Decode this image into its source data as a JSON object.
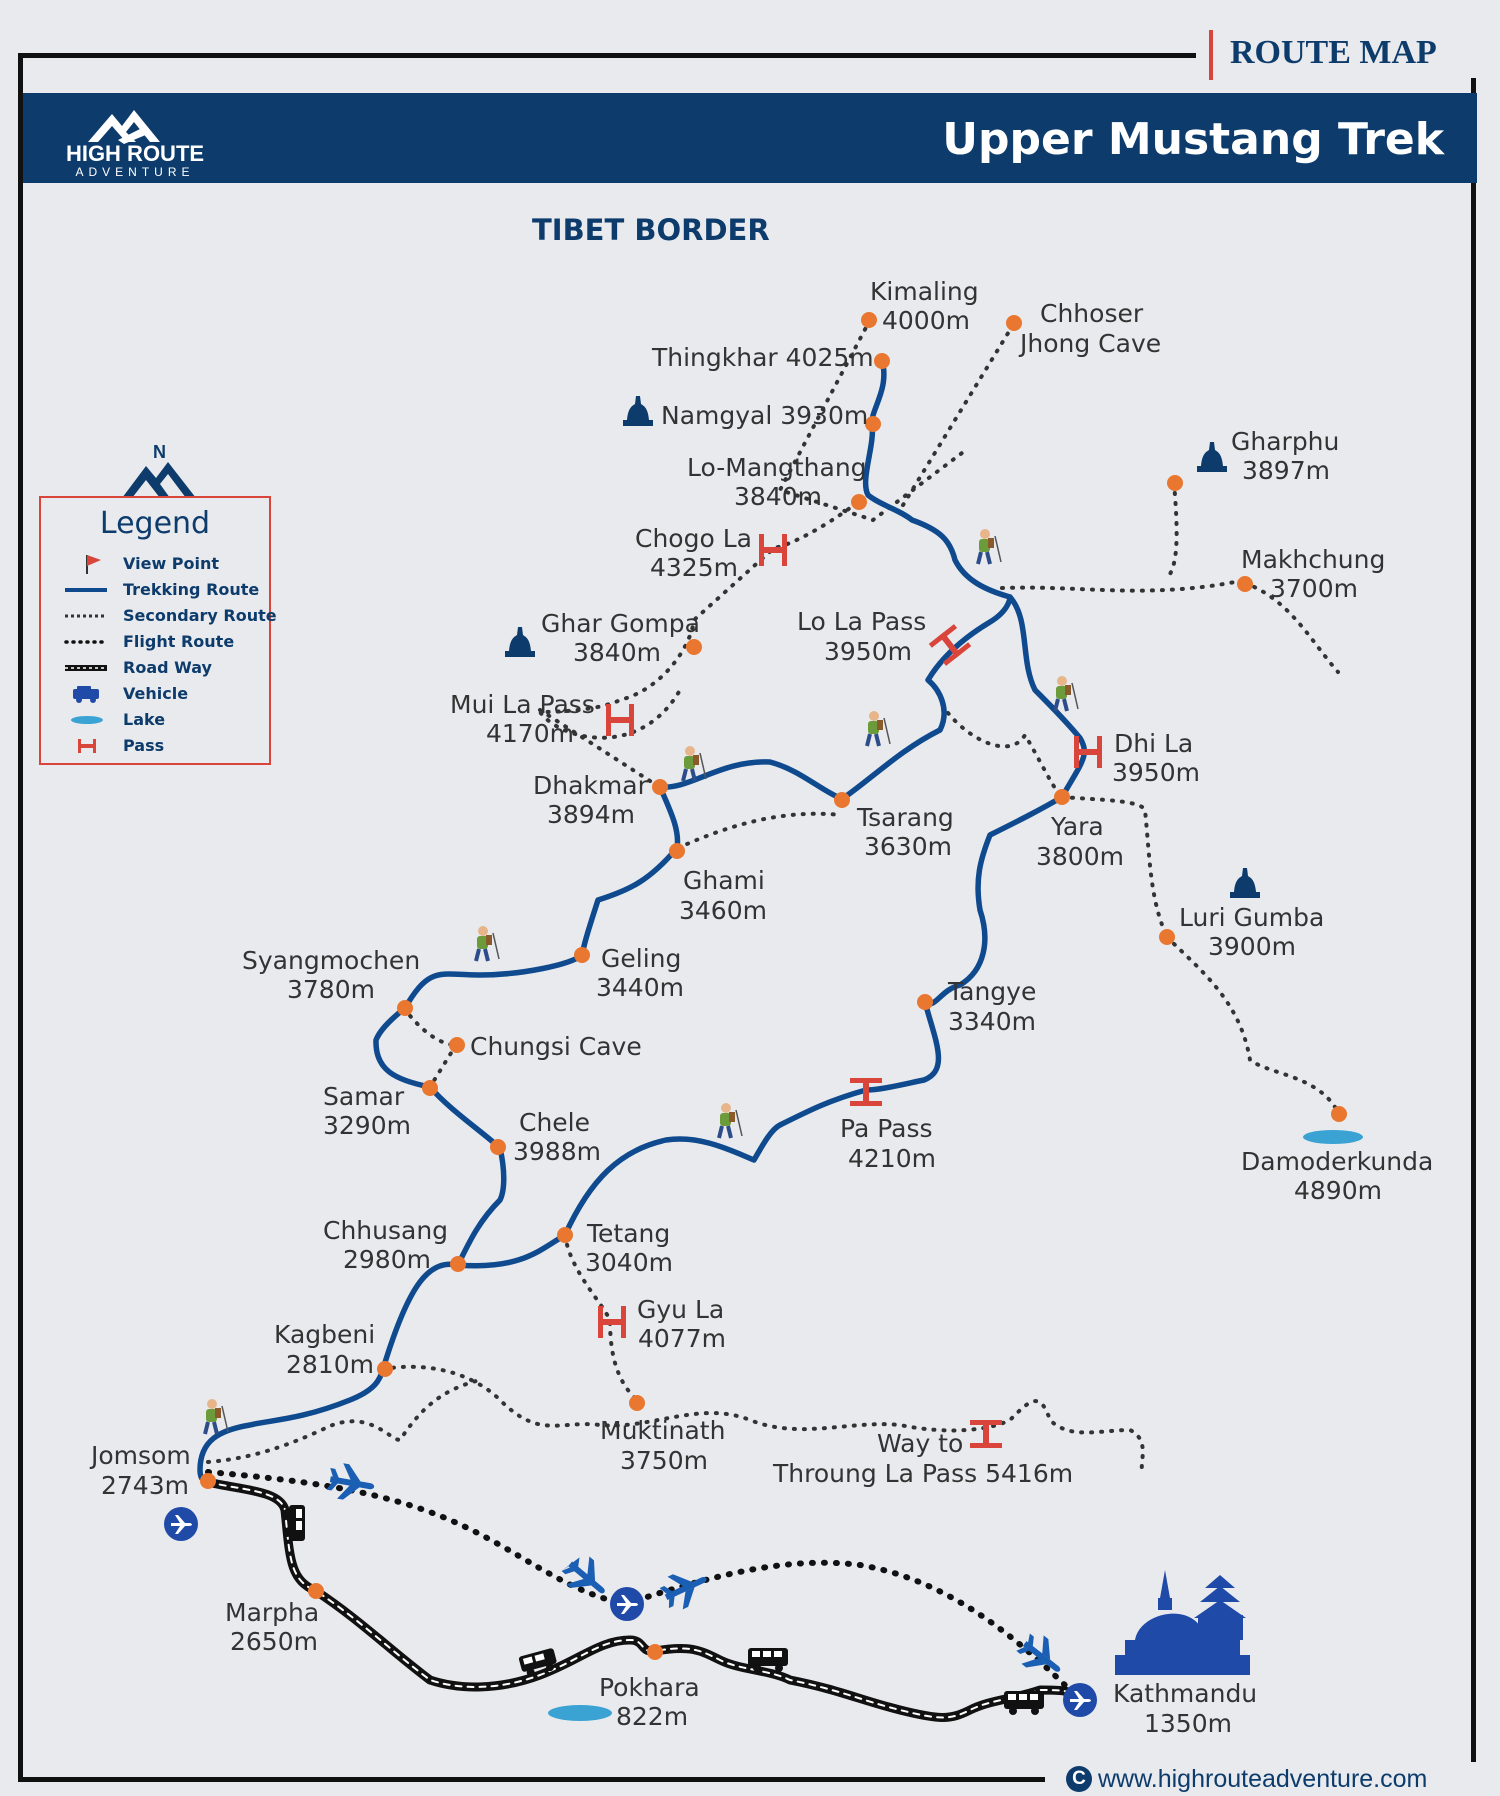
{
  "header": {
    "tag": "ROUTE MAP",
    "title": "Upper Mustang Trek",
    "logo_name": "HIGH ROUTE",
    "logo_sub": "ADVENTURE"
  },
  "map": {
    "region_label": "TIBET BORDER",
    "places": [
      {
        "name": "Kimaling",
        "elev": "4000m"
      },
      {
        "name": "Chhoser",
        "elev": "Jhong Cave"
      },
      {
        "name": "Thingkhar 4025m",
        "elev": ""
      },
      {
        "name": "Namgyal 3930m",
        "elev": ""
      },
      {
        "name": "Lo-Mangthang",
        "elev": "3840m"
      },
      {
        "name": "Gharphu",
        "elev": "3897m"
      },
      {
        "name": "Chogo La",
        "elev": "4325m"
      },
      {
        "name": "Makhchung",
        "elev": "3700m"
      },
      {
        "name": "Ghar Gompa",
        "elev": "3840m"
      },
      {
        "name": "Lo La Pass",
        "elev": "3950m"
      },
      {
        "name": "Mui La Pass",
        "elev": "4170m"
      },
      {
        "name": "Dhi La",
        "elev": "3950m"
      },
      {
        "name": "Dhakmar",
        "elev": "3894m"
      },
      {
        "name": "Tsarang",
        "elev": "3630m"
      },
      {
        "name": "Yara",
        "elev": "3800m"
      },
      {
        "name": "Ghami",
        "elev": "3460m"
      },
      {
        "name": "Luri Gumba",
        "elev": "3900m"
      },
      {
        "name": "Syangmochen",
        "elev": "3780m"
      },
      {
        "name": "Geling",
        "elev": "3440m"
      },
      {
        "name": "Tangye",
        "elev": "3340m"
      },
      {
        "name": "Chungsi Cave",
        "elev": ""
      },
      {
        "name": "Samar",
        "elev": "3290m"
      },
      {
        "name": "Chele",
        "elev": "3988m"
      },
      {
        "name": "Pa Pass",
        "elev": "4210m"
      },
      {
        "name": "Damoderkunda",
        "elev": "4890m"
      },
      {
        "name": "Chhusang",
        "elev": "2980m"
      },
      {
        "name": "Tetang",
        "elev": "3040m"
      },
      {
        "name": "Gyu La",
        "elev": "4077m"
      },
      {
        "name": "Kagbeni",
        "elev": "2810m"
      },
      {
        "name": "Muktinath",
        "elev": "3750m"
      },
      {
        "name": "Way to",
        "elev": "Throung La Pass 5416m"
      },
      {
        "name": "Jomsom",
        "elev": "2743m"
      },
      {
        "name": "Marpha",
        "elev": "2650m"
      },
      {
        "name": "Pokhara",
        "elev": "822m"
      },
      {
        "name": "Kathmandu",
        "elev": "1350m"
      }
    ]
  },
  "legend": {
    "north": "N",
    "title": "Legend",
    "items": [
      {
        "label": "View Point",
        "icon": "flag-icon"
      },
      {
        "label": "Trekking Route",
        "icon": "trekking-line"
      },
      {
        "label": "Secondary Route",
        "icon": "secondary-line"
      },
      {
        "label": "Flight Route",
        "icon": "flight-line"
      },
      {
        "label": "Road Way",
        "icon": "road-line"
      },
      {
        "label": "Vehicle",
        "icon": "vehicle-icon"
      },
      {
        "label": "Lake",
        "icon": "lake-icon"
      },
      {
        "label": "Pass",
        "icon": "pass-icon"
      }
    ]
  },
  "colors": {
    "brand": "#0d3c6c",
    "route": "#0f4a8f",
    "stop": "#e9772f",
    "pass": "#d9453b",
    "lake": "#3ba3d4"
  },
  "footer": {
    "copyright": "C",
    "url": "www.highrouteadventure.com"
  }
}
